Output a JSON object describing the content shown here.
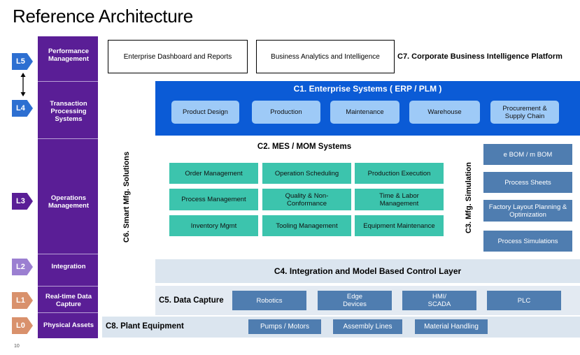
{
  "title": "Reference Architecture",
  "page_number": "10",
  "levels": [
    {
      "id": "L5",
      "name": "Performance Management",
      "color": "#2d6fd1"
    },
    {
      "id": "L4",
      "name": "Transaction Processing Systems",
      "color": "#2d6fd1"
    },
    {
      "id": "L3",
      "name": "Operations Management",
      "color": "#5a1e96"
    },
    {
      "id": "L2",
      "name": "Integration",
      "color": "#9b7fd1"
    },
    {
      "id": "L1",
      "name": "Real-time Data Capture",
      "color": "#d9916c"
    },
    {
      "id": "L0",
      "name": "Physical Assets",
      "color": "#d9916c"
    }
  ],
  "c7": {
    "label": "C7. Corporate Business Intelligence Platform",
    "boxes": [
      "Enterprise Dashboard and Reports",
      "Business Analytics and Intelligence"
    ]
  },
  "c1": {
    "label": "C1. Enterprise Systems ( ERP / PLM )",
    "items": [
      "Product Design",
      "Production",
      "Maintenance",
      "Warehouse",
      "Procurement & Supply Chain"
    ]
  },
  "c2": {
    "label": "C2. MES / MOM Systems",
    "items": [
      "Order Management",
      "Operation Scheduling",
      "Production Execution",
      "Process Management",
      "Quality & Non-Conformance",
      "Time & Labor Management",
      "Inventory Mgmt",
      "Tooling Management",
      "Equipment Maintenance"
    ]
  },
  "c3": {
    "label": "C3. Mfg. Simulation",
    "items": [
      "e BOM / m BOM",
      "Process Sheets",
      "Factory Layout Planning & Optimization",
      "Process Simulations"
    ]
  },
  "c6": {
    "label": "C6. Smart Mfg. Solutions"
  },
  "c4": {
    "label": "C4. Integration and Model Based Control Layer"
  },
  "c5": {
    "label": "C5. Data Capture",
    "items": [
      "Robotics",
      "Edge Devices",
      "HMI/ SCADA",
      "PLC"
    ]
  },
  "c8": {
    "label": "C8. Plant Equipment",
    "items": [
      "Pumps / Motors",
      "Assembly Lines",
      "Material Handling"
    ]
  }
}
